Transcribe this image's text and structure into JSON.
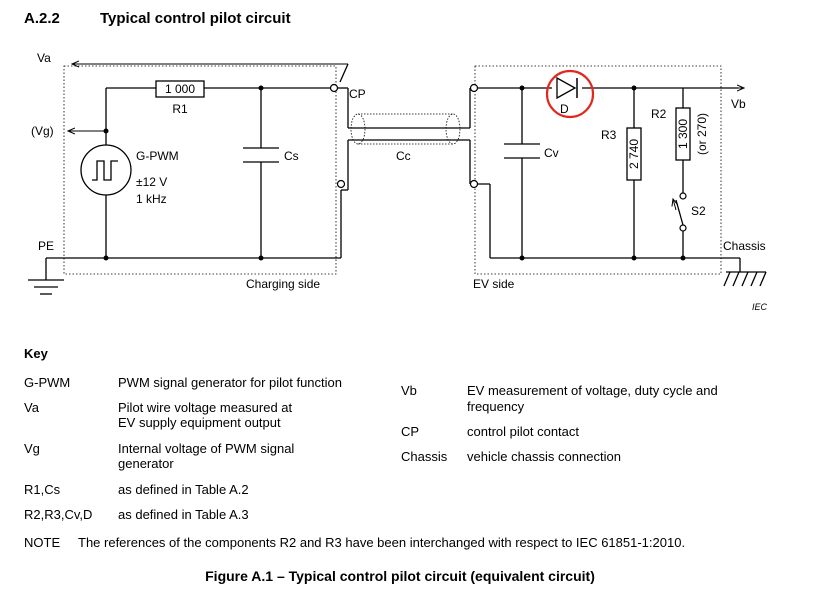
{
  "heading": {
    "number": "A.2.2",
    "title": "Typical control pilot circuit"
  },
  "diagram": {
    "labels": {
      "va": "Va",
      "vg": "(Vg)",
      "pe": "PE",
      "r1_value": "1 000",
      "r1": "R1",
      "cs": "Cs",
      "cp": "CP",
      "cc": "Cc",
      "gpwm": "G-PWM",
      "voltage": "±12 V",
      "freq": "1 kHz",
      "charging_side": "Charging side",
      "ev_side": "EV side",
      "d": "D",
      "cv": "Cv",
      "r3": "R3",
      "r3_value": "2 740",
      "r2": "R2",
      "r2_value": "1 300",
      "r2_alt": "(or 270)",
      "s2": "S2",
      "vb": "Vb",
      "chassis": "Chassis",
      "iec": "IEC"
    },
    "highlight_color": "#e0281e"
  },
  "key": {
    "title": "Key",
    "left": [
      {
        "term": "G-PWM",
        "def1": "PWM signal generator for pilot function",
        "def2": ""
      },
      {
        "term": "Va",
        "def1": "Pilot wire voltage  measured at",
        "def2": "EV supply equipment output"
      },
      {
        "term": "Vg",
        "def1": "Internal voltage of PWM signal",
        "def2": "generator"
      },
      {
        "term": "R1,Cs",
        "def1": "as defined in Table A.2",
        "def2": ""
      },
      {
        "term": "R2,R3,Cv,D",
        "def1": "as defined in Table A.3",
        "def2": ""
      }
    ],
    "right": [
      {
        "term": "Vb",
        "def1": "EV measurement of voltage, duty cycle and",
        "def2": "frequency"
      },
      {
        "term": "CP",
        "def1": "control pilot contact",
        "def2": ""
      },
      {
        "term": "Chassis",
        "def1": "vehicle chassis connection",
        "def2": ""
      }
    ]
  },
  "note": {
    "label": "NOTE",
    "text": "The references of the components R2 and R3 have been interchanged with respect to IEC 61851-1:2010."
  },
  "caption": "Figure A.1 – Typical control pilot circuit (equivalent circuit)"
}
